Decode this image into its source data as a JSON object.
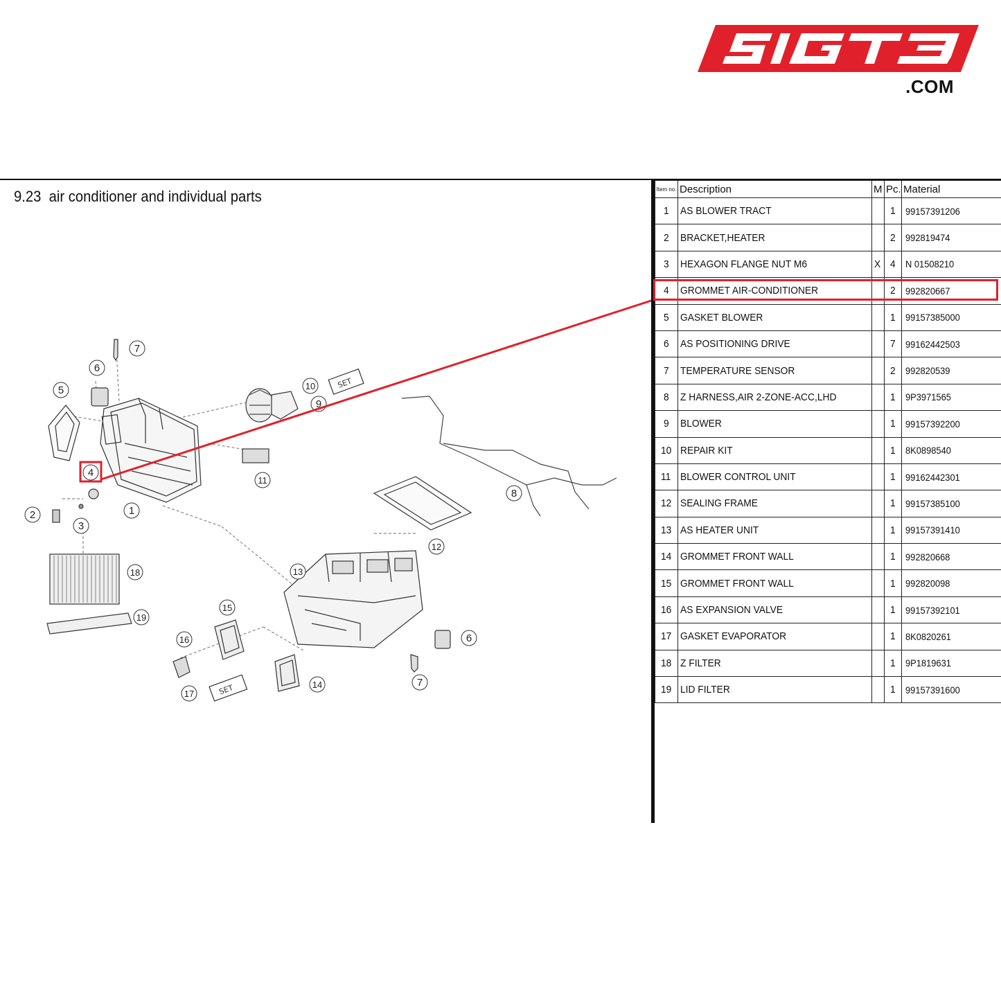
{
  "logo": {
    "text": "SIGT3",
    "suffix": ".COM",
    "color": "#e0212b"
  },
  "title": "9.23  air conditioner and individual parts",
  "table": {
    "headers": {
      "item": "Item no.",
      "description": "Description",
      "m": "M",
      "pc": "Pc.",
      "material": "Material"
    },
    "rows": [
      {
        "item": "1",
        "description": "AS BLOWER TRACT",
        "m": "",
        "pc": "1",
        "material": "99157391206"
      },
      {
        "item": "2",
        "description": "BRACKET,HEATER",
        "m": "",
        "pc": "2",
        "material": "992819474"
      },
      {
        "item": "3",
        "description": "HEXAGON FLANGE NUT M6",
        "m": "X",
        "pc": "4",
        "material": "N 01508210"
      },
      {
        "item": "4",
        "description": "GROMMET AIR-CONDITIONER",
        "m": "",
        "pc": "2",
        "material": "992820667"
      },
      {
        "item": "5",
        "description": "GASKET BLOWER",
        "m": "",
        "pc": "1",
        "material": "99157385000"
      },
      {
        "item": "6",
        "description": "AS POSITIONING DRIVE",
        "m": "",
        "pc": "7",
        "material": "99162442503"
      },
      {
        "item": "7",
        "description": "TEMPERATURE SENSOR",
        "m": "",
        "pc": "2",
        "material": "992820539"
      },
      {
        "item": "8",
        "description": "Z HARNESS,AIR 2-ZONE-ACC,LHD",
        "m": "",
        "pc": "1",
        "material": "9P3971565"
      },
      {
        "item": "9",
        "description": "BLOWER",
        "m": "",
        "pc": "1",
        "material": "99157392200"
      },
      {
        "item": "10",
        "description": "REPAIR KIT",
        "m": "",
        "pc": "1",
        "material": "8K0898540"
      },
      {
        "item": "11",
        "description": "BLOWER CONTROL UNIT",
        "m": "",
        "pc": "1",
        "material": "99162442301"
      },
      {
        "item": "12",
        "description": "SEALING FRAME",
        "m": "",
        "pc": "1",
        "material": "99157385100"
      },
      {
        "item": "13",
        "description": "AS HEATER UNIT",
        "m": "",
        "pc": "1",
        "material": "99157391410"
      },
      {
        "item": "14",
        "description": "GROMMET FRONT WALL",
        "m": "",
        "pc": "1",
        "material": "992820668"
      },
      {
        "item": "15",
        "description": "GROMMET FRONT WALL",
        "m": "",
        "pc": "1",
        "material": "992820098"
      },
      {
        "item": "16",
        "description": "AS EXPANSION VALVE",
        "m": "",
        "pc": "1",
        "material": "99157392101"
      },
      {
        "item": "17",
        "description": "GASKET EVAPORATOR",
        "m": "",
        "pc": "1",
        "material": "8K0820261"
      },
      {
        "item": "18",
        "description": "Z FILTER",
        "m": "",
        "pc": "1",
        "material": "9P1819631"
      },
      {
        "item": "19",
        "description": "LID FILTER",
        "m": "",
        "pc": "1",
        "material": "99157391600"
      }
    ],
    "highlighted_item": "4"
  },
  "diagram": {
    "callouts": [
      "1",
      "2",
      "3",
      "4",
      "5",
      "6",
      "7",
      "8",
      "9",
      "10",
      "11",
      "12",
      "13",
      "14",
      "15",
      "16",
      "17",
      "18",
      "19",
      "6",
      "7"
    ],
    "set_label": "SET",
    "highlight_color": "#e0212b"
  }
}
